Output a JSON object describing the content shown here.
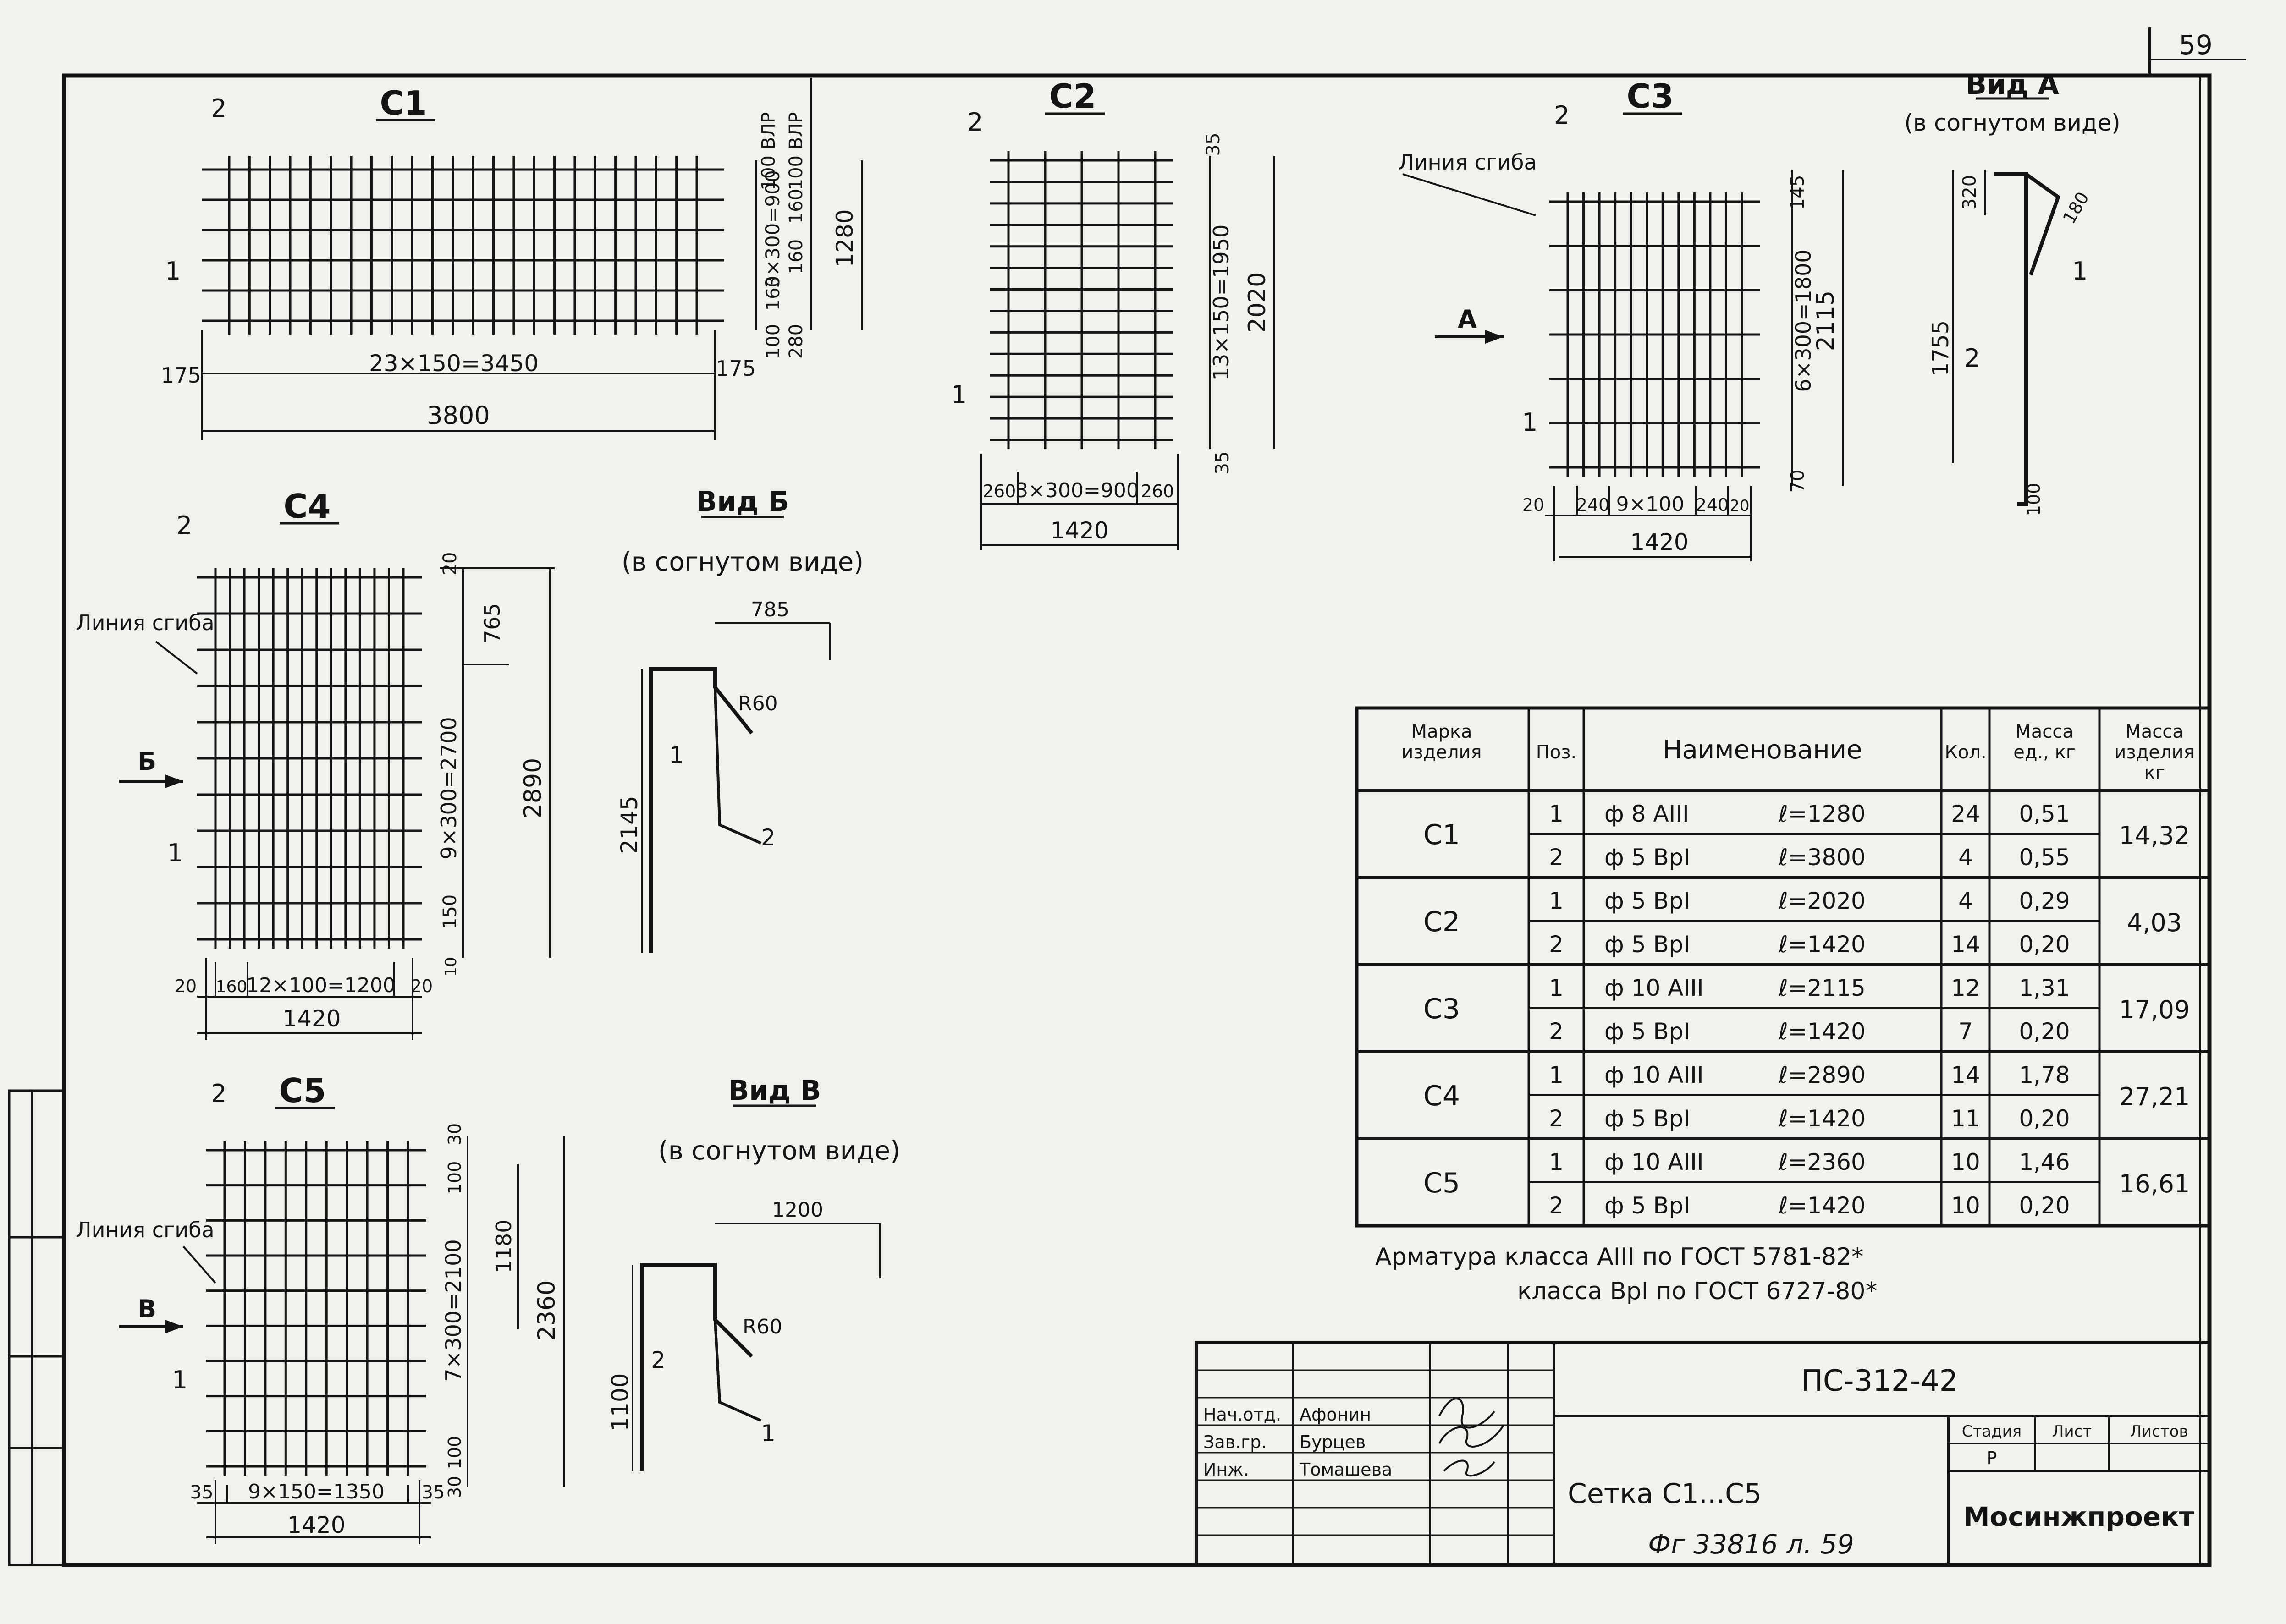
{
  "sheet": {
    "sheet_number": "59",
    "stamp_number": "Фг 33816 л. 59"
  },
  "c1": {
    "title": "С1",
    "pos_left": "1",
    "pos_top": "2",
    "dim_pitch": "23×150=3450",
    "dim_left": "175",
    "dim_right": "175",
    "dim_total": "3800",
    "dim_v1": "100 ВЛР",
    "dim_v2": "100 ВЛР",
    "dim_v3": "3×300=900",
    "dim_v4": "160",
    "dim_v5": "160",
    "dim_v6": "160",
    "dim_v7": "100",
    "dim_v8": "280",
    "dim_height": "1280"
  },
  "c2": {
    "title": "С2",
    "pos_left": "1",
    "pos_top": "2",
    "dim_top": "35",
    "dim_bottom": "35",
    "dim_pitch_v": "13×150=1950",
    "dim_height": "2020",
    "dim_left": "260",
    "dim_pitch_h": "3×300=900",
    "dim_right": "260",
    "dim_total": "1420"
  },
  "c3": {
    "title": "С3",
    "pos_left": "1",
    "pos_top": "2",
    "bend_line": "Линия сгиба",
    "view_arrow": "А",
    "dim_top": "145",
    "dim_pitch_v": "6×300=1800",
    "dim_height": "2115",
    "dim_bottom": "70",
    "dim_a": "20",
    "dim_b": "240",
    "dim_pitch_h": "9×100",
    "dim_c": "240",
    "dim_d": "20",
    "dim_total": "1420"
  },
  "view_a": {
    "title": "Вид А",
    "subtitle": "(в согнутом виде)",
    "dim_top": "320",
    "dim_length": "1755",
    "dim_bottom": "100",
    "dim_angle": "180",
    "pos1": "1",
    "pos2": "2"
  },
  "c4": {
    "title": "С4",
    "pos_left": "1",
    "pos_top": "2",
    "bend_line": "Линия сгиба",
    "view_arrow": "Б",
    "dim_top": "20",
    "dim_upper": "765",
    "dim_pitch_v": "9×300=2700",
    "dim_bottom_seg": "150",
    "dim_bottom": "10",
    "dim_height": "2890",
    "dim_a": "20",
    "dim_b": "160",
    "dim_pitch_h": "12×100=1200",
    "dim_c": "20",
    "dim_total": "1420"
  },
  "view_b": {
    "title": "Вид Б",
    "subtitle": "(в согнутом виде)",
    "dim_top": "785",
    "radius": "R60",
    "dim_height": "2145",
    "pos1": "1",
    "pos2": "2"
  },
  "c5": {
    "title": "С5",
    "pos_left": "1",
    "pos_top": "2",
    "bend_line": "Линия сгиба",
    "view_arrow": "В",
    "dim_top": "30",
    "dim_upper": "100",
    "dim_pitch_v": "7×300=2100",
    "dim_bottom_seg": "100",
    "dim_bottom": "30",
    "dim_mid": "1180",
    "dim_height": "2360",
    "dim_a": "35",
    "dim_pitch_h": "9×150=1350",
    "dim_b": "35",
    "dim_total": "1420"
  },
  "view_v": {
    "title": "Вид В",
    "subtitle": "(в согнутом виде)",
    "dim_top": "1200",
    "radius": "R60",
    "dim_height": "1100",
    "pos1": "1",
    "pos2": "2"
  },
  "spec_table": {
    "headers": [
      "Марка изделия",
      "Поз.",
      "Наименование",
      "Кол.",
      "Масса ед., кг",
      "Масса изделия кг"
    ],
    "groups": [
      {
        "mark": "С1",
        "total": "14,32",
        "rows": [
          {
            "pos": "1",
            "bar": "ф 8 АIII",
            "length": "ℓ=1280",
            "qty": "24",
            "mass": "0,51"
          },
          {
            "pos": "2",
            "bar": "ф 5 ВрI",
            "length": "ℓ=3800",
            "qty": "4",
            "mass": "0,55"
          }
        ]
      },
      {
        "mark": "С2",
        "total": "4,03",
        "rows": [
          {
            "pos": "1",
            "bar": "ф 5 ВрI",
            "length": "ℓ=2020",
            "qty": "4",
            "mass": "0,29"
          },
          {
            "pos": "2",
            "bar": "ф 5 ВрI",
            "length": "ℓ=1420",
            "qty": "14",
            "mass": "0,20"
          }
        ]
      },
      {
        "mark": "С3",
        "total": "17,09",
        "rows": [
          {
            "pos": "1",
            "bar": "ф 10 АIII",
            "length": "ℓ=2115",
            "qty": "12",
            "mass": "1,31"
          },
          {
            "pos": "2",
            "bar": "ф 5 ВрI",
            "length": "ℓ=1420",
            "qty": "7",
            "mass": "0,20"
          }
        ]
      },
      {
        "mark": "С4",
        "total": "27,21",
        "rows": [
          {
            "pos": "1",
            "bar": "ф 10 АIII",
            "length": "ℓ=2890",
            "qty": "14",
            "mass": "1,78"
          },
          {
            "pos": "2",
            "bar": "ф 5 ВрI",
            "length": "ℓ=1420",
            "qty": "11",
            "mass": "0,20"
          }
        ]
      },
      {
        "mark": "С5",
        "total": "16,61",
        "rows": [
          {
            "pos": "1",
            "bar": "ф 10 АIII",
            "length": "ℓ=2360",
            "qty": "10",
            "mass": "1,46"
          },
          {
            "pos": "2",
            "bar": "ф 5 ВрI",
            "length": "ℓ=1420",
            "qty": "10",
            "mass": "0,20"
          }
        ]
      }
    ]
  },
  "notes": {
    "line1": "Арматура класса АIII по ГОСТ 5781-82*",
    "line2": "класса ВрI по ГОСТ 6727-80*"
  },
  "title_block": {
    "code": "ПС-312-42",
    "product": "Сетка С1...С5",
    "org": "Мосинжпроект",
    "stage_label": "Стадия",
    "sheet_label": "Лист",
    "sheets_label": "Листов",
    "stage_value": "Р",
    "people": [
      {
        "role": "Нач.отд.",
        "name": "Афонин"
      },
      {
        "role": "Зав.гр.",
        "name": "Бурцев"
      },
      {
        "role": "Инж.",
        "name": "Томашева"
      }
    ]
  }
}
